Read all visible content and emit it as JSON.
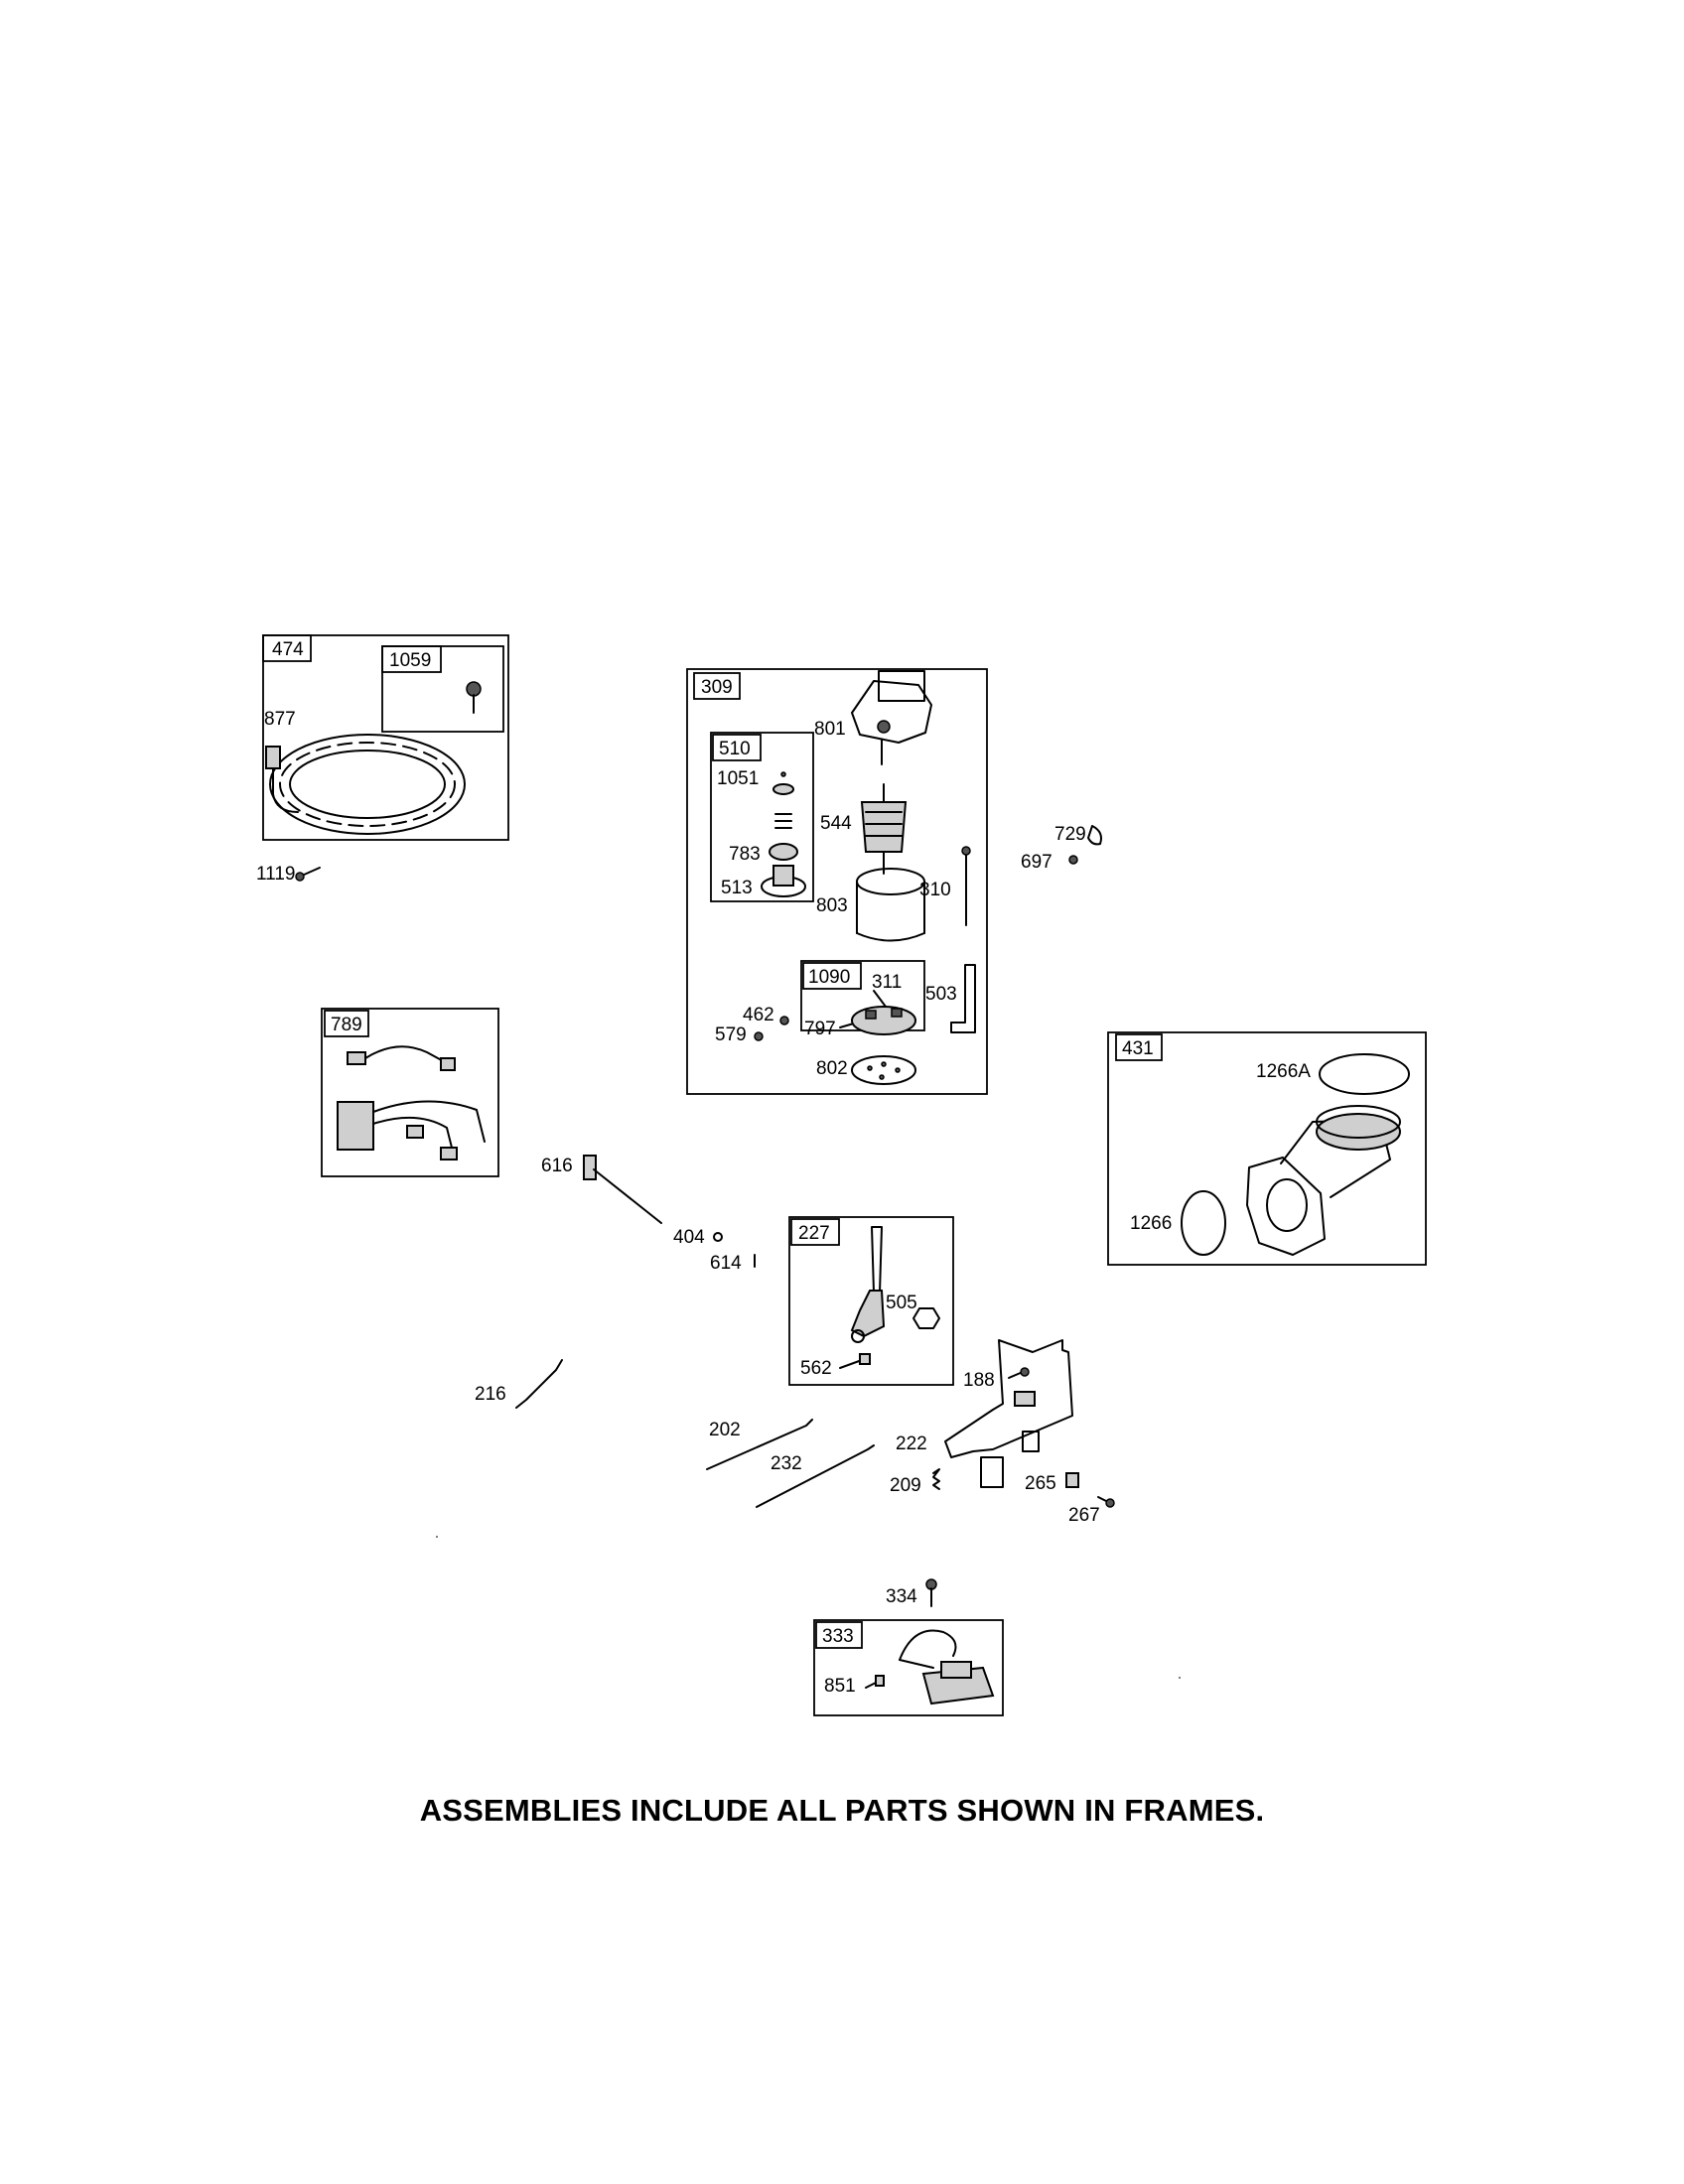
{
  "assemblies": {
    "a474": {
      "tag": "474",
      "sub_tag": "1059",
      "callouts": [
        "877"
      ]
    },
    "a309": {
      "tag": "309",
      "sub_510": {
        "tag": "510",
        "callouts": [
          "1051",
          "783",
          "513"
        ]
      },
      "sub_1090": {
        "tag": "1090",
        "callouts": [
          "311",
          "797"
        ]
      },
      "callouts": [
        "801",
        "544",
        "803",
        "310",
        "503",
        "462",
        "579",
        "802"
      ]
    },
    "a789": {
      "tag": "789"
    },
    "a431": {
      "tag": "431",
      "callouts": [
        "1266A",
        "1266"
      ]
    },
    "a227": {
      "tag": "227",
      "callouts": [
        "505",
        "562"
      ]
    },
    "a333": {
      "tag": "333",
      "callouts": [
        "851"
      ]
    }
  },
  "loose_parts": [
    "1119",
    "729",
    "697",
    "616",
    "404",
    "614",
    "216",
    "202",
    "232",
    "188",
    "222",
    "209",
    "265",
    "267",
    "334"
  ],
  "footer": {
    "note": "ASSEMBLIES INCLUDE ALL PARTS SHOWN IN FRAMES."
  }
}
